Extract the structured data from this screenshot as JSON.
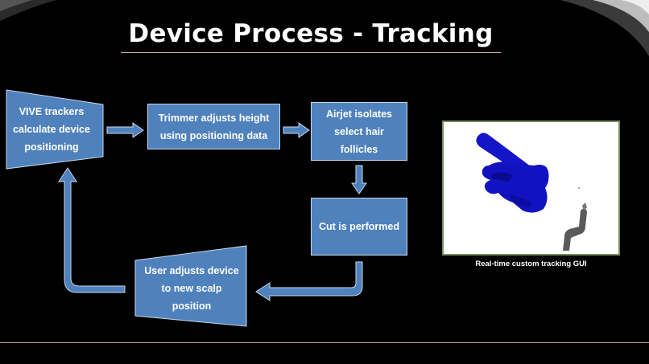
{
  "slide": {
    "title": "Device Process - Tracking"
  },
  "flow": {
    "vive": {
      "lines": [
        "VIVE trackers",
        "calculate device",
        "positioning"
      ]
    },
    "trimmer": {
      "lines": [
        "Trimmer adjusts height",
        "using positioning data"
      ]
    },
    "airjet": {
      "lines": [
        "Airjet isolates",
        "select hair",
        "follicles"
      ]
    },
    "cut": {
      "lines": [
        "Cut is performed"
      ]
    },
    "user": {
      "lines": [
        "User adjusts device",
        "to new scalp",
        "position"
      ]
    }
  },
  "gui": {
    "caption": "Real-time custom tracking GUI"
  },
  "colors": {
    "box_fill": "#4f81bd",
    "box_border": "#c9d7ea",
    "background": "#000000",
    "render_blue": "#1414c8",
    "render_gray": "#5a5a5a"
  },
  "icons": [
    "right-arrow-icon",
    "down-arrow-icon",
    "elbow-arrow-icon"
  ]
}
